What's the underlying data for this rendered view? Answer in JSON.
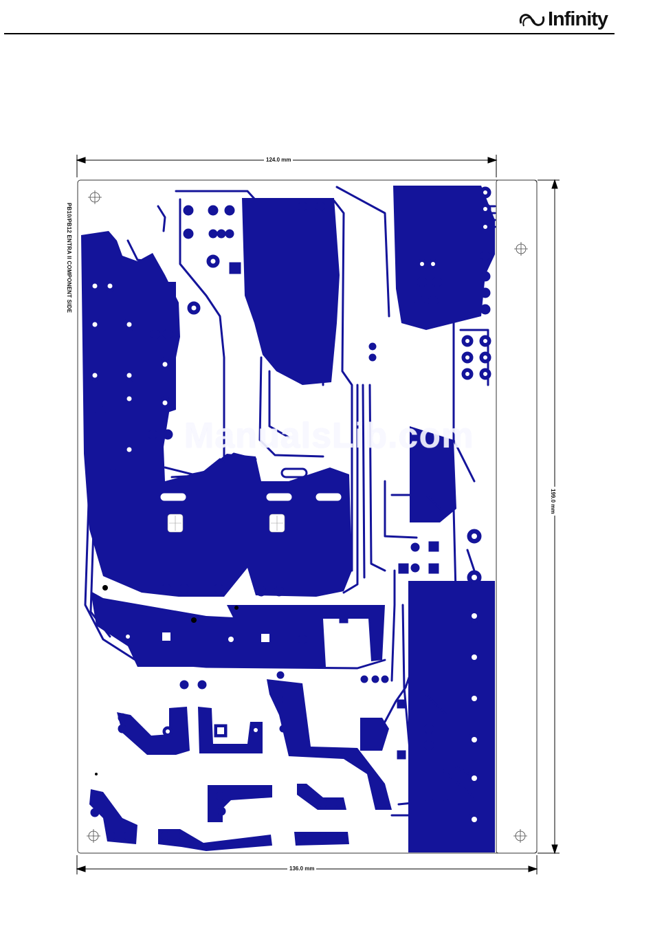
{
  "header": {
    "brand_name": "Infinity",
    "brand_logo_icon": "infinity-loop-logo-icon"
  },
  "drawing": {
    "side_label": "PB10/PB12 ENTRA II COMPONENT SIDE",
    "dimension_top": "124.0 mm",
    "dimension_bottom": "136.0 mm",
    "dimension_right": "199.0 mm"
  },
  "watermark": "ManualsLib.com",
  "colors": {
    "copper": "#14149a",
    "board_outline": "#000000",
    "background": "#ffffff"
  }
}
